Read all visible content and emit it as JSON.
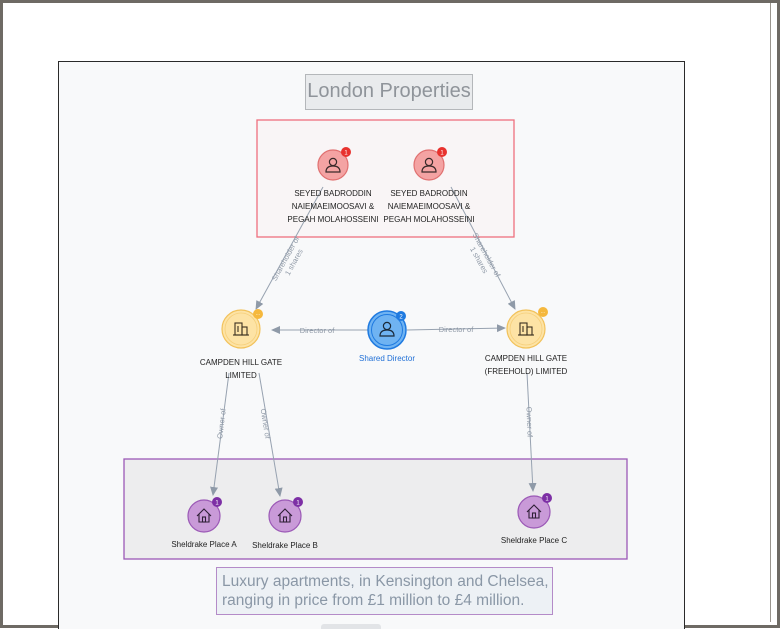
{
  "diagram": {
    "title": "London Properties",
    "note": {
      "line1": "Luxury apartments, in Kensington and Chelsea,",
      "line2": "ranging in price from £1 million to £4 million."
    },
    "nodes": {
      "person1": {
        "name_lines": [
          "SEYED BADRODDIN",
          "NAIEMAEIMOOSAVI &",
          "PEGAH MOLAHOSSEINI"
        ],
        "badge": "1",
        "icon": "person-icon"
      },
      "person2": {
        "name_lines": [
          "SEYED BADRODDIN",
          "NAIEMAEIMOOSAVI &",
          "PEGAH MOLAHOSSEINI"
        ],
        "badge": "1",
        "icon": "person-icon"
      },
      "company1": {
        "name_lines": [
          "CAMPDEN HILL GATE",
          "LIMITED"
        ],
        "badge": "···",
        "icon": "building-icon"
      },
      "company2": {
        "name_lines": [
          "CAMPDEN HILL GATE",
          "(FREEHOLD) LIMITED"
        ],
        "badge": "···",
        "icon": "building-icon"
      },
      "director": {
        "name": "Shared Director",
        "badge": "2",
        "icon": "person-icon"
      },
      "propertyA": {
        "name": "Sheldrake Place A",
        "badge": "1",
        "icon": "house-icon"
      },
      "propertyB": {
        "name": "Sheldrake Place B",
        "badge": "1",
        "icon": "house-icon"
      },
      "propertyC": {
        "name": "Sheldrake Place C",
        "badge": "1",
        "icon": "house-icon"
      }
    },
    "edges": {
      "shareholder_left": {
        "line1": "Shareholder of",
        "line2": "1 shares"
      },
      "shareholder_right": {
        "line1": "Shareholder of",
        "line2": "1 shares"
      },
      "director_left": "Director of",
      "director_right": "Director of",
      "owner_a": "Owner of",
      "owner_b": "Owner of",
      "owner_c": "Owner of"
    },
    "colors": {
      "person": "#f4a3a3",
      "person_border": "#e07070",
      "company": "#fde3a5",
      "company_border": "#f2c25b",
      "director": "#6fb3f2",
      "director_border": "#1f7ae0",
      "property": "#c99ad8",
      "property_border": "#9b59b6",
      "badge_red": "#e8322e",
      "badge_blue": "#1f7ae0",
      "badge_orange": "#f5b83d",
      "badge_purple": "#7d2fa5",
      "group_red": "#ee6f7e",
      "group_purple": "#9b59b6",
      "edge": "#97a2b0"
    }
  }
}
